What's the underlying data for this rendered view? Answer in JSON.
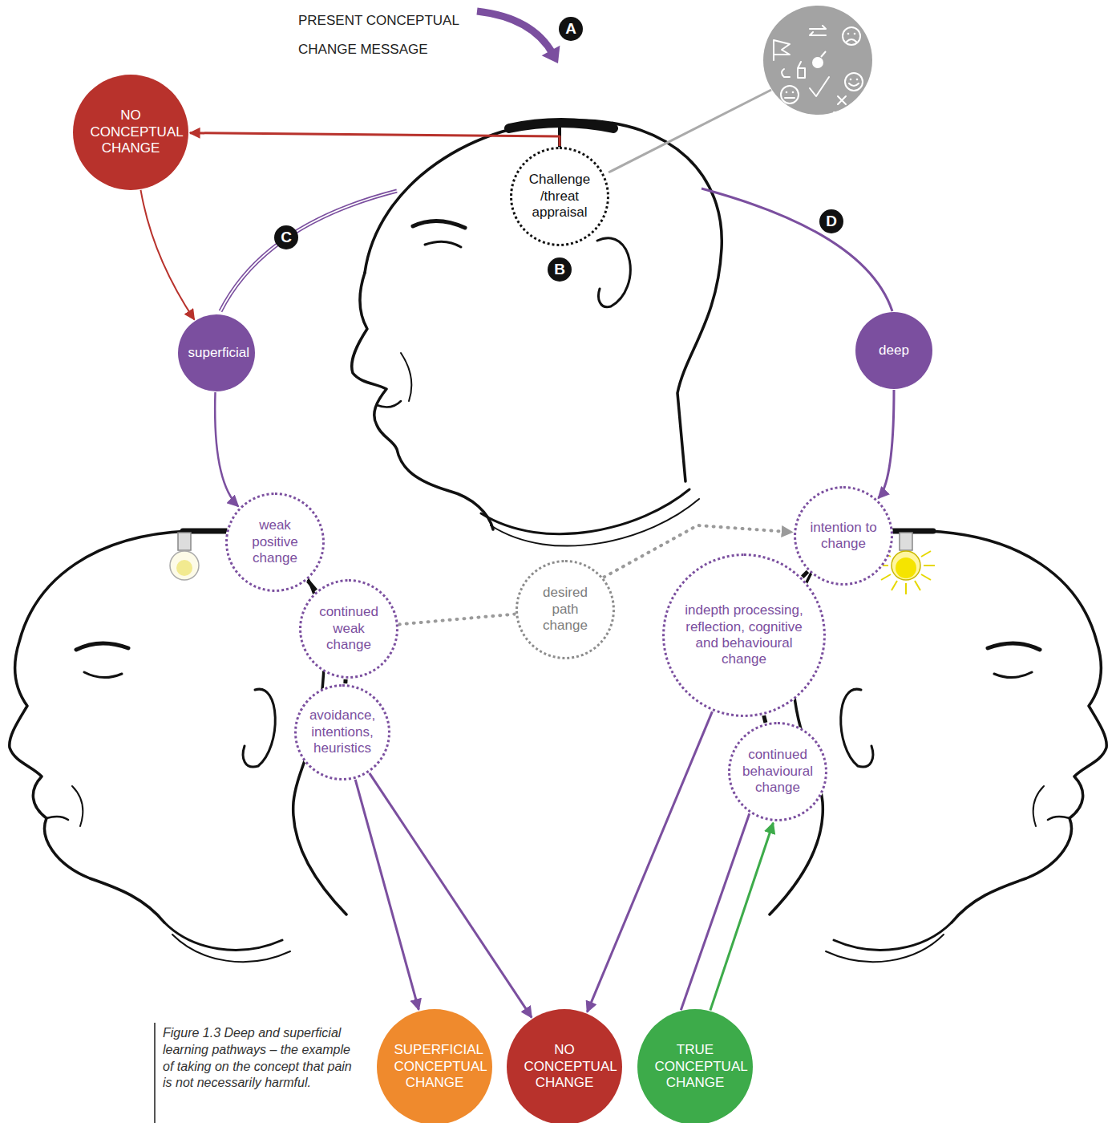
{
  "diagram": {
    "caption": "Figure 1.3 Deep and superficial learning pathways – the example of taking on the concept that pain is not necessarily harmful.",
    "nodes": [
      {
        "text": [
          "NO CONCEPTUAL CHANGE"
        ]
      },
      {
        "text": [
          "Challenge /threat appraisal"
        ]
      },
      {
        "text": [
          "superficial"
        ]
      },
      {
        "text": [
          "deep"
        ]
      },
      {
        "text": [
          "weak positive change"
        ]
      },
      {
        "text": [
          "continued weak change"
        ]
      },
      {
        "text": [
          "avoidance, intentions, heuristics"
        ]
      },
      {
        "text": [
          "desired path change"
        ]
      },
      {
        "text": [
          "intention to change"
        ]
      },
      {
        "text": [
          "indepth processing, reflection, cognitive and behavioural change"
        ]
      },
      {
        "text": [
          "continued behavioural change"
        ]
      },
      {
        "text": [
          "SUPERFICIAL CONCEPTUAL CHANGE"
        ]
      },
      {
        "text": [
          "NO CONCEPTUAL CHANGE"
        ]
      },
      {
        "text": [
          "TRUE CONCEPTUAL CHANGE"
        ]
      }
    ],
    "edges": [
      {
        "from": 1,
        "to": 0,
        "arrow": "to"
      },
      {
        "from": 0,
        "to": 2,
        "arrow": "to"
      },
      {
        "from": 2,
        "to": 4,
        "arrow": "to"
      },
      {
        "from": 3,
        "to": 8,
        "arrow": "to"
      },
      {
        "from": 4,
        "to": 5,
        "arrow": "none"
      },
      {
        "from": 5,
        "to": 6,
        "arrow": "none"
      },
      {
        "from": 8,
        "to": 9,
        "arrow": "none"
      },
      {
        "from": 9,
        "to": 10,
        "arrow": "none"
      },
      {
        "from": 5,
        "to": 7,
        "arrow": "none"
      },
      {
        "from": 7,
        "to": 8,
        "arrow": "to"
      },
      {
        "from": 6,
        "to": 11,
        "arrow": "to"
      },
      {
        "from": 6,
        "to": 12,
        "arrow": "to"
      },
      {
        "from": 9,
        "to": 12,
        "arrow": "to"
      },
      {
        "from": 10,
        "to": 13,
        "arrow": "none"
      },
      {
        "from": 13,
        "to": 10,
        "arrow": "to"
      }
    ],
    "labels": [
      "PRESENT CONCEPTUAL CHANGE MESSAGE",
      "A",
      "B",
      "C",
      "D"
    ]
  }
}
